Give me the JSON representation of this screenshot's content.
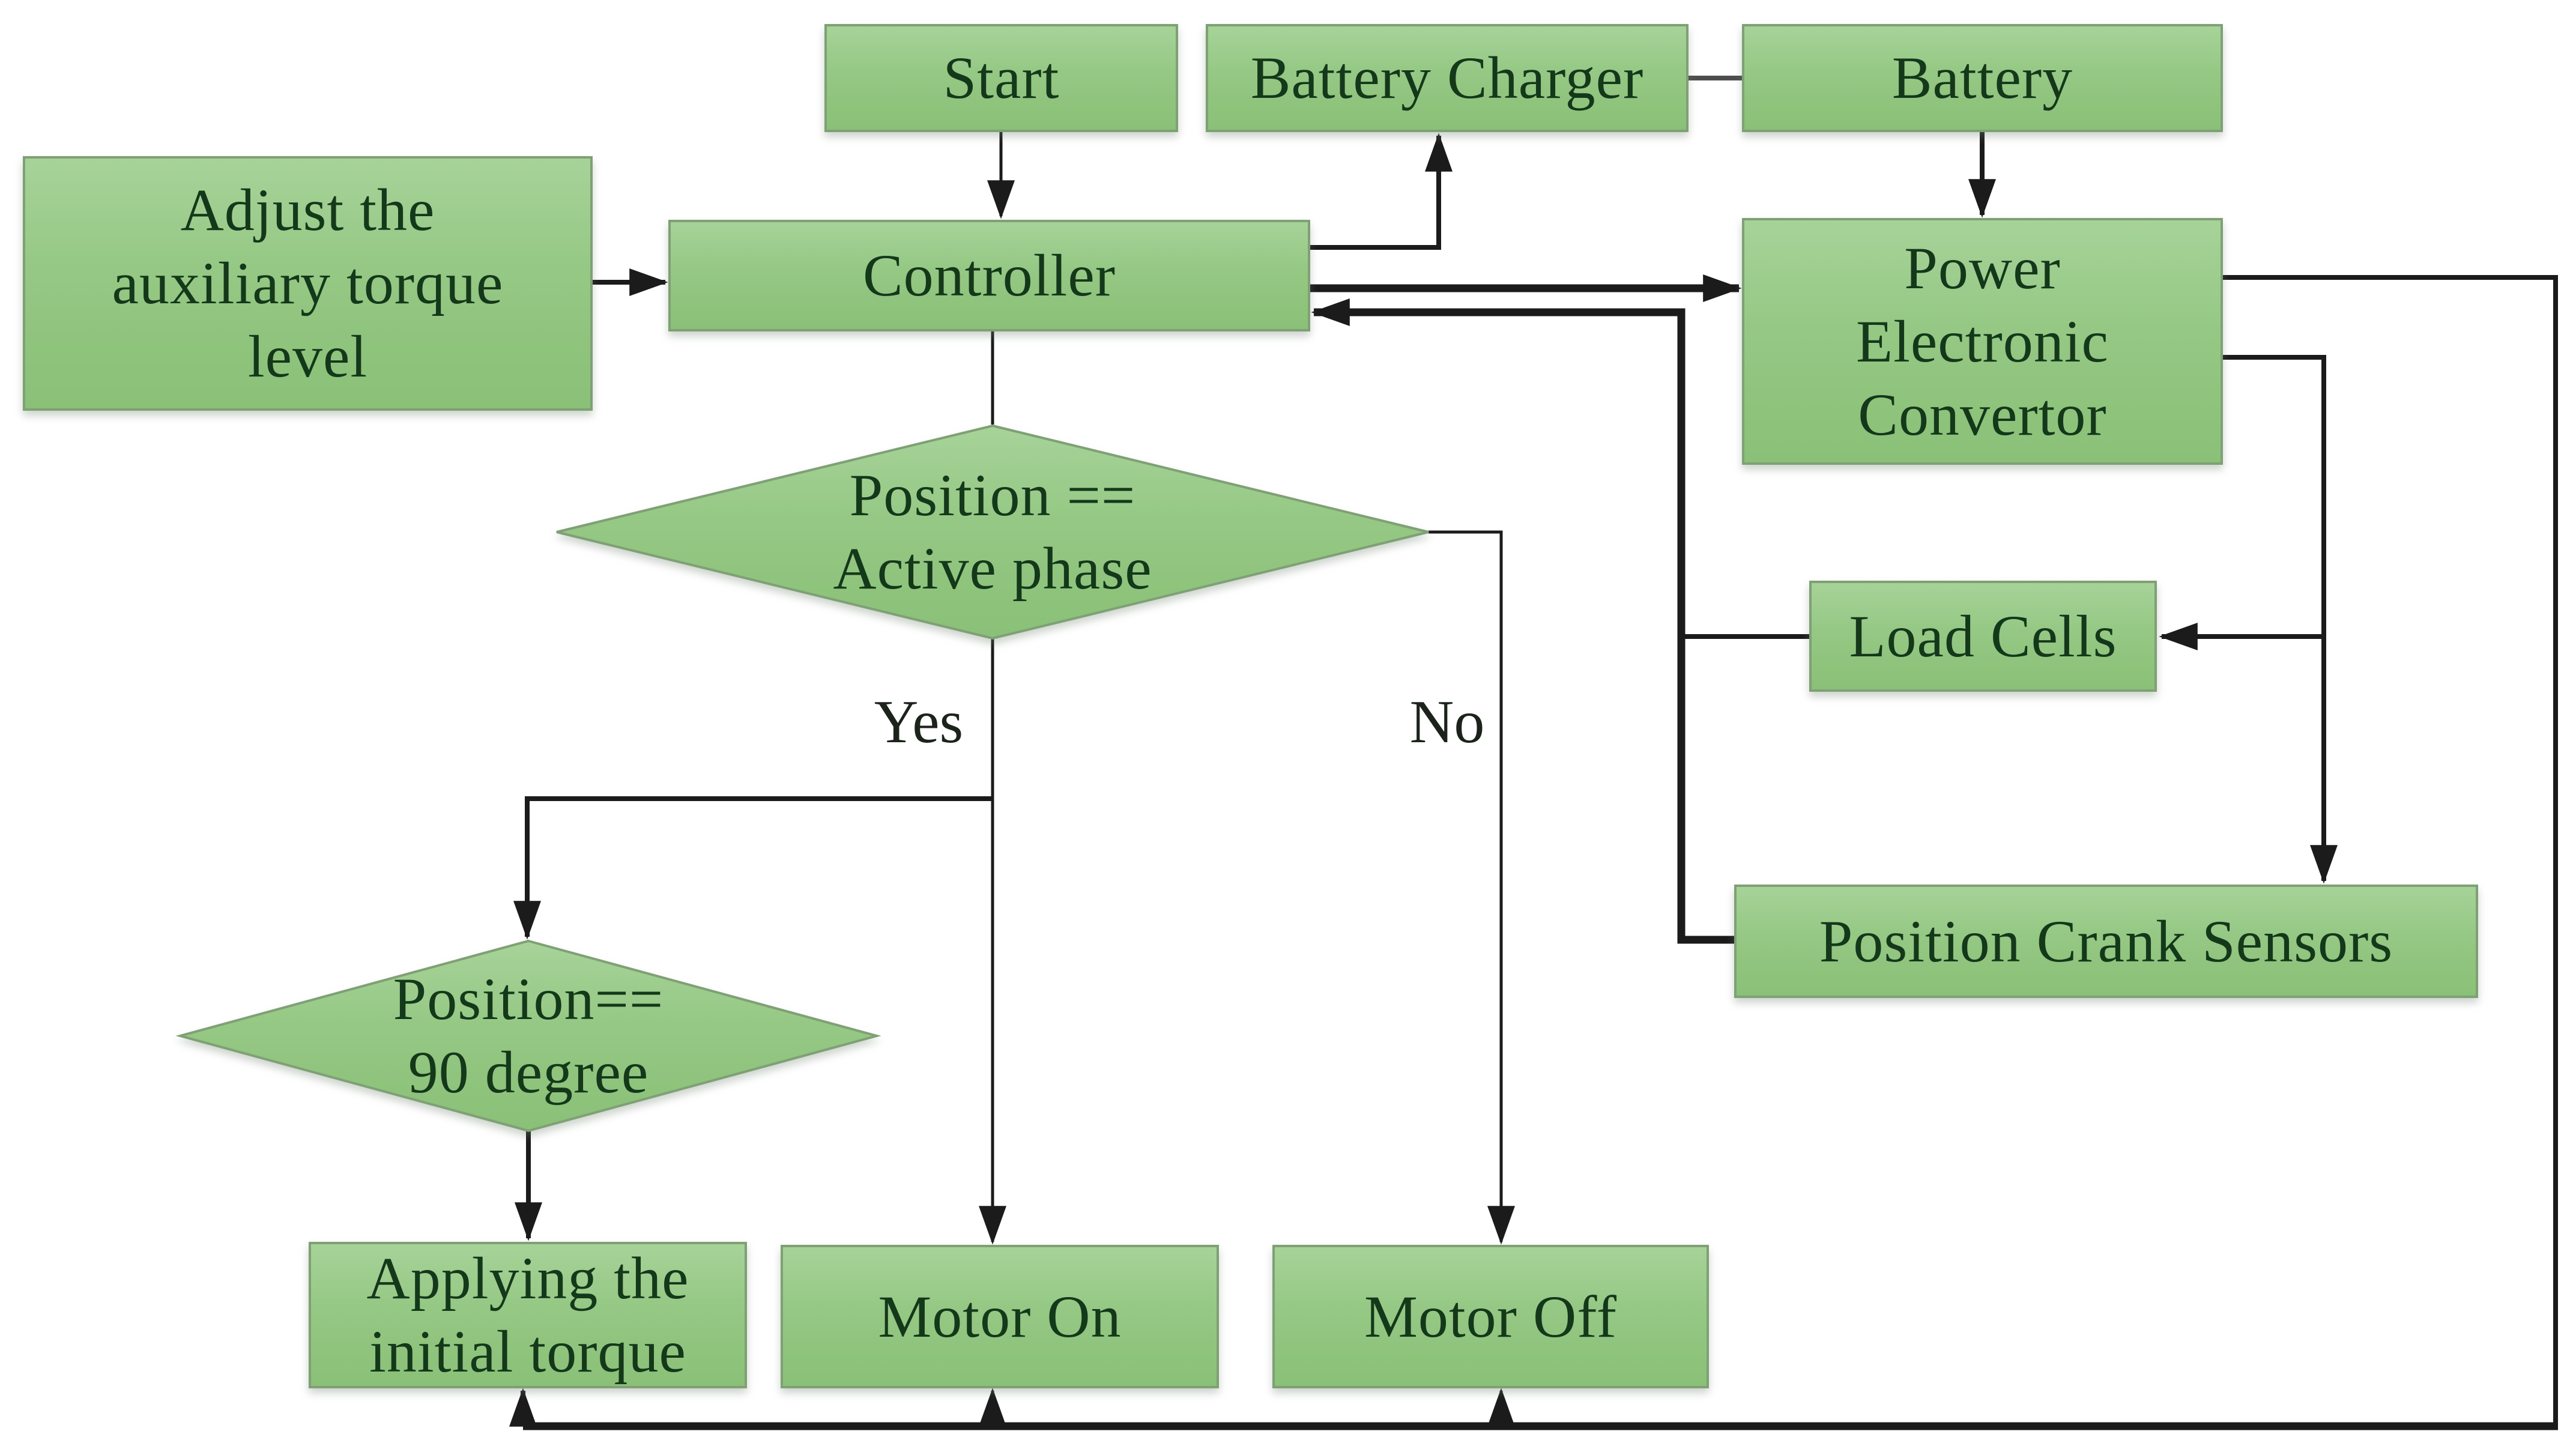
{
  "diagram_type": "flowchart",
  "colors": {
    "background": "#ffffff",
    "node_fill_top": "#a7d399",
    "node_fill_mid": "#95c884",
    "node_fill_bottom": "#8ac077",
    "node_border": "#7fa075",
    "connector": "#1b1b1b",
    "connector_gray": "#4d4d4d",
    "text": "#14381a"
  },
  "nodes": {
    "start": {
      "label": "Start",
      "shape": "rect"
    },
    "battery_charger": {
      "label": "Battery Charger",
      "shape": "rect"
    },
    "battery": {
      "label": "Battery",
      "shape": "rect"
    },
    "adjust_torque": {
      "lines": [
        "Adjust the",
        "auxiliary torque",
        "level"
      ],
      "shape": "rect"
    },
    "controller": {
      "label": "Controller",
      "shape": "rect"
    },
    "power_electronic_convertor": {
      "lines": [
        "Power",
        "Electronic",
        "Convertor"
      ],
      "shape": "rect"
    },
    "decision_active_phase": {
      "lines": [
        "Position ==",
        "Active phase"
      ],
      "shape": "diamond"
    },
    "load_cells": {
      "label": "Load Cells",
      "shape": "rect"
    },
    "position_crank_sensors": {
      "label": "Position Crank Sensors",
      "shape": "rect"
    },
    "decision_90_degree": {
      "lines": [
        "Position==",
        "90 degree"
      ],
      "shape": "diamond"
    },
    "applying_initial_torque": {
      "lines": [
        "Applying the",
        "initial torque"
      ],
      "shape": "rect"
    },
    "motor_on": {
      "label": "Motor On",
      "shape": "rect"
    },
    "motor_off": {
      "label": "Motor Off",
      "shape": "rect"
    }
  },
  "edge_labels": {
    "yes": "Yes",
    "no": "No"
  },
  "edges": [
    {
      "from": "start",
      "to": "controller"
    },
    {
      "from": "battery_charger",
      "to": "battery"
    },
    {
      "from": "battery",
      "to": "power_electronic_convertor"
    },
    {
      "from": "adjust_torque",
      "to": "controller"
    },
    {
      "from": "controller",
      "to": "battery_charger"
    },
    {
      "from": "controller",
      "to": "power_electronic_convertor"
    },
    {
      "from": "position_crank_sensors",
      "to": "controller"
    },
    {
      "from": "load_cells",
      "to": "controller"
    },
    {
      "from": "controller",
      "to": "decision_active_phase"
    },
    {
      "from": "decision_active_phase",
      "to": "motor_on",
      "label": "Yes"
    },
    {
      "from": "decision_active_phase",
      "to": "decision_90_degree",
      "label": "Yes"
    },
    {
      "from": "decision_active_phase",
      "to": "motor_off",
      "label": "No"
    },
    {
      "from": "decision_90_degree",
      "to": "applying_initial_torque"
    },
    {
      "from": "power_electronic_convertor",
      "to": "load_cells"
    },
    {
      "from": "power_electronic_convertor",
      "to": "position_crank_sensors"
    },
    {
      "from": "power_electronic_convertor",
      "to": "applying_initial_torque"
    },
    {
      "from": "power_electronic_convertor",
      "to": "motor_on"
    },
    {
      "from": "power_electronic_convertor",
      "to": "motor_off"
    }
  ]
}
